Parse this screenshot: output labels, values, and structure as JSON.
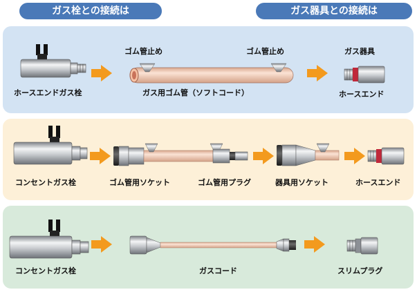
{
  "headers": {
    "left": "ガス栓との接続は",
    "right": "ガス器具との接続は"
  },
  "rows": [
    {
      "labels": {
        "valve": "ホースエンドガス栓",
        "stop_left": "ゴム管止め",
        "stop_right": "ゴム管止め",
        "hose": "ガス用ゴム管（ソフトコード）",
        "appliance": "ガス器具",
        "hose_end": "ホースエンド"
      }
    },
    {
      "labels": {
        "valve": "コンセントガス栓",
        "socket": "ゴム管用ソケット",
        "plug": "ゴム管用プラグ",
        "app_socket": "器具用ソケット",
        "hose_end": "ホースエンド"
      }
    },
    {
      "labels": {
        "valve": "コンセントガス栓",
        "cord": "ガスコード",
        "slim_plug": "スリムプラグ"
      }
    }
  ],
  "colors": {
    "header": "#4a79b8",
    "row1_bg": "#d3e3f3",
    "row2_bg": "#fdf0d8",
    "row3_bg": "#d8eadb",
    "arrow": "#f39a1e",
    "hose": "#f1cdb8",
    "metal": "#b8bcc2"
  }
}
